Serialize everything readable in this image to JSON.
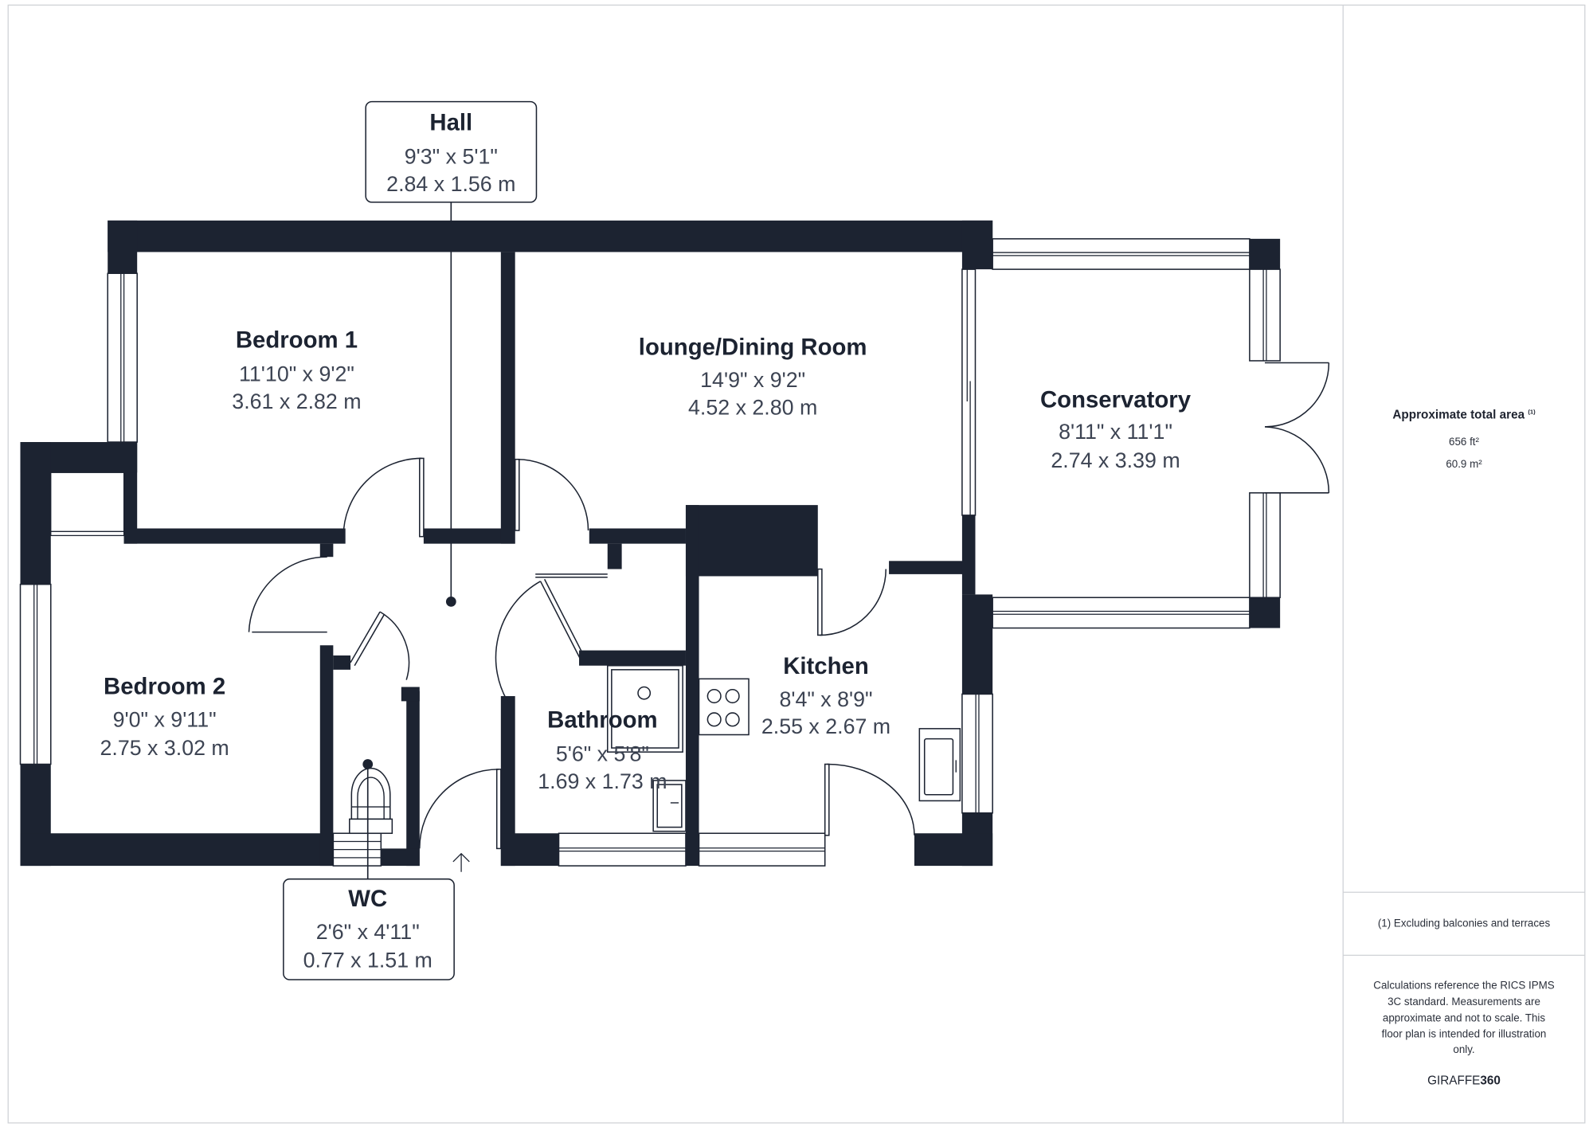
{
  "colors": {
    "wall": "#1c2331",
    "text_primary": "#1c2331",
    "text_secondary": "#3d4453",
    "frame": "#cfd2d6"
  },
  "rooms": [
    {
      "name": "Hall",
      "imperial": "9'3\" x 5'1\"",
      "metric": "2.84 x 1.56 m"
    },
    {
      "name": "Bedroom 1",
      "imperial": "11'10\" x 9'2\"",
      "metric": "3.61 x 2.82 m"
    },
    {
      "name": "lounge/Dining Room",
      "imperial": "14'9\" x 9'2\"",
      "metric": "4.52 x 2.80 m"
    },
    {
      "name": "Conservatory",
      "imperial": "8'11\" x 11'1\"",
      "metric": "2.74 x 3.39 m"
    },
    {
      "name": "Bedroom 2",
      "imperial": "9'0\" x 9'11\"",
      "metric": "2.75 x 3.02 m"
    },
    {
      "name": "Kitchen",
      "imperial": "8'4\" x 8'9\"",
      "metric": "2.55 x 2.67 m"
    },
    {
      "name": "Bathroom",
      "imperial": "5'6\" x 5'8\"",
      "metric": "1.69 x 1.73 m"
    },
    {
      "name": "WC",
      "imperial": "2'6\" x 4'11\"",
      "metric": "0.77 x 1.51 m"
    }
  ],
  "summary": {
    "area_label": "Approximate total area",
    "area_note_marker": "(1)",
    "area_ft2": "656 ft²",
    "area_m2": "60.9 m²",
    "footnote": "(1) Excluding balconies and terraces",
    "disclaimer_lines": [
      "Calculations reference the RICS IPMS",
      "3C standard. Measurements are",
      "approximate and not to scale. This",
      "floor plan is intended for illustration",
      "only."
    ],
    "brand": {
      "prefix": "GIRAFFE",
      "suffix": "360"
    }
  }
}
